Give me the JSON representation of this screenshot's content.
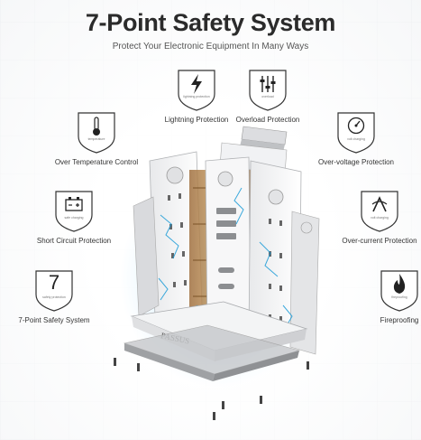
{
  "title": "7-Point Safety System",
  "subtitle": "Protect Your Electronic Equipment In Many Ways",
  "features": [
    {
      "id": "lightning",
      "label": "Lightning Protection",
      "icon": "lightning-icon",
      "micro": "lightning protection"
    },
    {
      "id": "overload",
      "label": "Overload Protection",
      "icon": "sliders-icon",
      "micro": "overload"
    },
    {
      "id": "overtemp",
      "label": "Over Temperature Control",
      "icon": "thermometer-icon",
      "micro": "temperature"
    },
    {
      "id": "overvoltage",
      "label": "Over-voltage Protection",
      "icon": "gauge-icon",
      "micro": "volt charging"
    },
    {
      "id": "shortcircuit",
      "label": "Short Circuit Protection",
      "icon": "battery-icon",
      "micro": "safe charging"
    },
    {
      "id": "overcurrent",
      "label": "Over-current Protection",
      "icon": "current-icon",
      "micro": "volt charging"
    },
    {
      "id": "sevenpoint",
      "label": "7-Point Safety System",
      "icon": "seven-icon",
      "glyph": "7",
      "micro": "safety protection"
    },
    {
      "id": "fireproof",
      "label": "Fireproofing",
      "icon": "flame-icon",
      "micro": "fireproofing"
    }
  ],
  "product": {
    "brand": "PASSUS"
  },
  "colors": {
    "title": "#2b2b2b",
    "text": "#333333",
    "accent": "#1a9bd7",
    "wood": "#b8894a"
  }
}
